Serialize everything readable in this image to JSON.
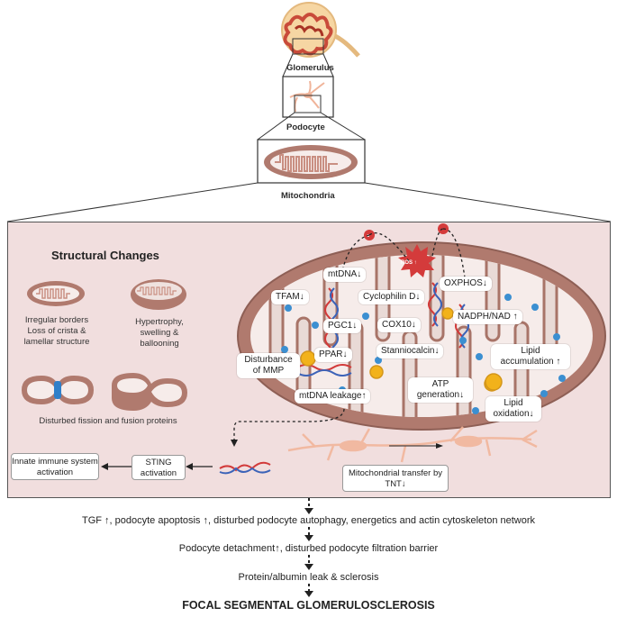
{
  "header": {
    "glomerulus": "Glomerulus",
    "podocyte": "Podocyte",
    "mitochondria": "Mitochondria"
  },
  "panel": {
    "title": "Structural Changes",
    "captions": {
      "irregular": "Irregular borders Loss of crista & lamellar structure",
      "hypertrophy": "Hypertrophy, swelling & ballooning",
      "fission": "Disturbed fission and fusion proteins"
    },
    "mito_labels": {
      "mtdna": "mtDNA↓",
      "ros": "ROS ↑",
      "oxphos": "OXPHOS↓",
      "tfam": "TFAM↓",
      "cyclophilin": "Cyclophilin D↓",
      "pgc1": "PGC1↓",
      "cox10": "COX10↓",
      "nadph": "NADPH/NAD ↑",
      "mmp": "Disturbance of MMP",
      "ppar": "PPAR↓",
      "stanniocalcin": "Stanniocalcin↓",
      "lipid_accum": "Lipid accumulation ↑",
      "atp": "ATP generation↓",
      "mtdna_leak": "mtDNA leakage↑",
      "lipid_ox": "Lipid oxidation↓"
    },
    "bottom": {
      "innate": "Innate immune system activation",
      "sting": "STING activation",
      "transfer": "Mitochondrial transfer by TNT↓"
    }
  },
  "flow": {
    "step1": "TGF ↑, podocyte apoptosis ↑, disturbed podocyte autophagy, energetics and actin cytoskeleton network",
    "step2": "Podocyte detachment↑, disturbed podocyte filtration barrier",
    "step3": "Protein/albumin leak & sclerosis",
    "final": "FOCAL SEGMENTAL GLOMERULOSCLEROSIS"
  },
  "colors": {
    "panel_bg": "#f1dede",
    "mito_outer": "#b07a6e",
    "mito_inner": "#f6ecea",
    "ros": "#d43b3b",
    "dot_blue": "#3b8fd1",
    "dot_yellow": "#f2b21b"
  }
}
